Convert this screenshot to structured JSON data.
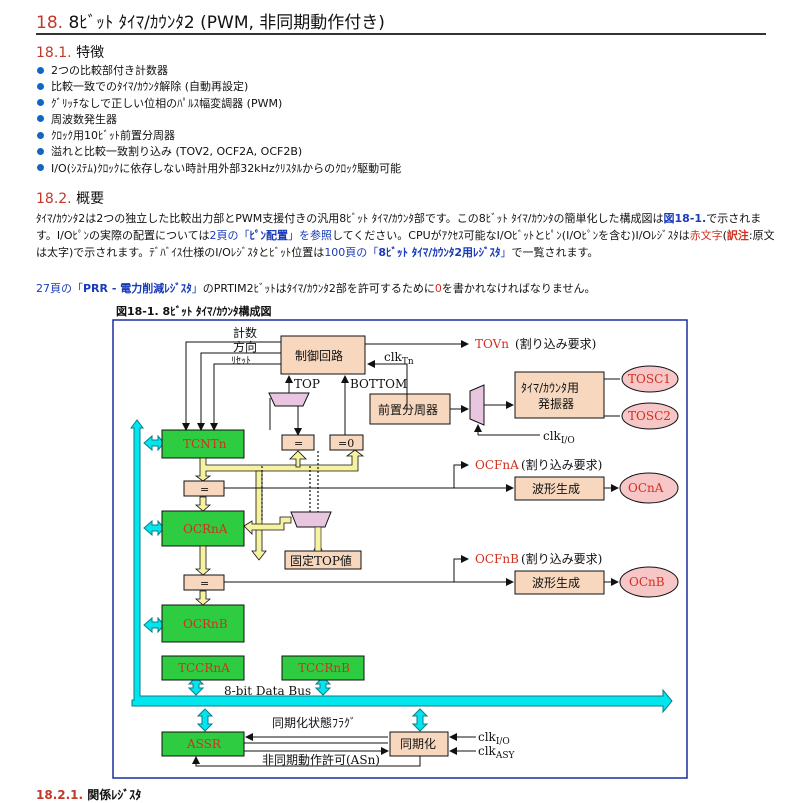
{
  "heading": {
    "number": "18.",
    "title": "8ﾋﾞｯﾄ ﾀｲﾏ/ｶｳﾝﾀ2 (PWM, 非同期動作付き)"
  },
  "section1": {
    "number": "18.1.",
    "title": "特徴",
    "bullets": [
      "2つの比較部付き計数器",
      "比較一致でのﾀｲﾏ/ｶｳﾝﾀ解除 (自動再設定)",
      "ｸﾞﾘｯﾁなしで正しい位相のﾊﾟﾙｽ幅変調器 (PWM)",
      "周波数発生器",
      "ｸﾛｯｸ用10ﾋﾞｯﾄ前置分周器",
      "溢れと比較一致割り込み (TOV2, OCF2A, OCF2B)",
      "I/O(ｼｽﾃﾑ)ｸﾛｯｸに依存しない時計用外部32kHzｸﾘｽﾀﾙからのｸﾛｯｸ駆動可能"
    ]
  },
  "section2": {
    "number": "18.2.",
    "title": "概要",
    "p1": {
      "a": "ﾀｲﾏ/ｶｳﾝﾀ2は2つの独立した比較出力部とPWM支援付きの汎用8ﾋﾞｯﾄ ﾀｲﾏ/ｶｳﾝﾀ部です。この8ﾋﾞｯﾄ ﾀｲﾏ/ｶｳﾝﾀの簡単化した構成図は",
      "fig": "図18-1.",
      "b": "で示されます。I/Oﾋﾟﾝの実際の配置については",
      "link1": "2頁の「",
      "link1b": "ﾋﾟﾝ配置",
      "link1c": "」を参照",
      "c": "してください。CPUがｱｸｾｽ可能なI/Oﾋﾞｯﾄとﾋﾟﾝ(I/Oﾋﾟﾝを含む)I/Oﾚｼﾞｽﾀは",
      "red1": "赤文字",
      "d": "(",
      "note": "訳注",
      "e": ":原文は太字)で示されます。ﾃﾞﾊﾞｲｽ仕様のI/Oﾚｼﾞｽﾀとﾋﾞｯﾄ位置は",
      "link2": "100頁の「",
      "link2b": "8ﾋﾞｯﾄ ﾀｲﾏ/ｶｳﾝﾀ2用ﾚｼﾞｽﾀ",
      "link2c": "」",
      "f": "で一覧されます。"
    },
    "p2": {
      "link": "27頁の「",
      "linkb": "PRR - 電力削減ﾚｼﾞｽﾀ",
      "linkc": "」",
      "a": "のPRTIM2ﾋﾞｯﾄはﾀｲﾏ/ｶｳﾝﾀ2部を許可するために",
      "zero": "0",
      "b": "を書かれなければなりません。"
    }
  },
  "figure": {
    "title": "図18-1. 8ﾋﾞｯﾄ ﾀｲﾏ/ｶｳﾝﾀ構成図",
    "labels": {
      "count": "計数",
      "direction": "方向",
      "reset": "ﾘｾｯﾄ",
      "control": "制御回路",
      "clkTn": "clkTn",
      "tovn": "TOVn",
      "tovn_note": "(割り込み要求)",
      "top": "TOP",
      "bottom": "BOTTOM",
      "prescaler": "前置分周器",
      "osc1": "ﾀｲﾏ/ｶｳﾝﾀ用",
      "osc2": "発振器",
      "tosc1": "TOSC1",
      "tosc2": "TOSC2",
      "clkio": "clkI/O",
      "tcnt": "TCNTn",
      "eq": "=",
      "eq0": "=0",
      "ocfa": "OCFnA",
      "ocfa_note": "(割り込み要求)",
      "ocra": "OCRnA",
      "wave": "波形生成",
      "ocna": "OCnA",
      "fixed_top": "固定TOP値",
      "ocfb": "OCFnB",
      "ocfb_note": "(割り込み要求)",
      "ocrb": "OCRnB",
      "ocnb": "OCnB",
      "tccra": "TCCRnA",
      "tccrb": "TCCRnB",
      "bus": "8-bit Data Bus",
      "sync_flag": "同期化状態ﾌﾗｸﾞ",
      "assr": "ASSR",
      "sync": "同期化",
      "clkio2": "clkI/O",
      "clkasy": "clkASY",
      "async_en": "非同期動作許可(ASn)"
    }
  },
  "next_section": {
    "number": "18.2.1.",
    "title": "関係ﾚｼﾞｽﾀ"
  },
  "colors": {
    "heading_num": "#c0392b",
    "link": "#1a3bb8",
    "red_text": "#d03020",
    "green": "#2ecc40",
    "tan": "#f7d8be",
    "pink": "#f7c6c6",
    "bus": "#00e5ee"
  }
}
